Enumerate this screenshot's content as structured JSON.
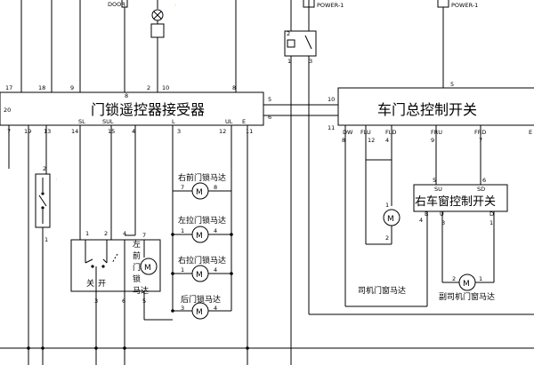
{
  "colors": {
    "line": "#000000",
    "background": "#ffffff",
    "annotation": "#f2d100"
  },
  "receiver": {
    "title": "门锁遥控器接受器",
    "pins_top": {
      "p17": "17",
      "p18": "18",
      "p9": "9",
      "p8a": "8",
      "p2": "2",
      "p10": "10",
      "p8b": "8"
    },
    "pin_left": "20",
    "pins_right": {
      "p5": "5",
      "p6": "6"
    },
    "signals": {
      "sl": "SL",
      "sul": "SUL",
      "l": "L",
      "ul": "UL",
      "e": "E"
    },
    "pins_bottom": {
      "p7": "7",
      "p19": "19",
      "p13": "13",
      "p14": "14",
      "p15": "15",
      "p4": "4",
      "p3": "3",
      "p12": "12",
      "p11": "11"
    }
  },
  "master_switch": {
    "title": "车门总控制开关",
    "pins_left": {
      "p10": "10",
      "p11": "11"
    },
    "pin_top": "5",
    "signals": {
      "dw": "DW",
      "flu": "FLU",
      "fld": "FLD",
      "fru": "FRU",
      "frd": "FRD",
      "e": "E"
    },
    "pins_bottom": {
      "p8": "8",
      "p12": "12",
      "p4": "4",
      "p9": "9",
      "p7": "7"
    }
  },
  "right_window_switch": {
    "title": "右车窗控制开关",
    "pins_top": {
      "p5": "5",
      "p6": "6"
    },
    "signals": {
      "su": "SU",
      "sd": "SD",
      "b": "B",
      "u": "U",
      "d": "D"
    },
    "pins_bottom": {
      "p4": "4",
      "p3": "3",
      "p1": "1"
    }
  },
  "door_motors": [
    {
      "label": "右前门锁马达",
      "pin_a": "7",
      "pin_b": "8"
    },
    {
      "label": "左拉门锁马达",
      "pin_a": "1",
      "pin_b": "4"
    },
    {
      "label": "右拉门锁马达",
      "pin_a": "1",
      "pin_b": "4"
    },
    {
      "label": "后门锁马达",
      "pin_a": "3",
      "pin_b": "4"
    }
  ],
  "left_front_motor": {
    "label": "左前门锁马达",
    "pin_top": "7",
    "pin_bottom": "5"
  },
  "lock_switch": {
    "off_label": "关",
    "on_label": "开",
    "pins_top": {
      "p1": "1",
      "p2": "2",
      "p4": "4"
    },
    "pins_bottom": {
      "p3": "3",
      "p6": "6"
    }
  },
  "driver_window_motor": {
    "label": "司机门窗马达",
    "pin_a": "1",
    "pin_b": "2"
  },
  "passenger_window_motor": {
    "label": "副司机门窗马达",
    "pin_a": "2",
    "pin_b": "1"
  },
  "door_switch": {
    "pin_top": "2",
    "pin_bottom": "1"
  },
  "relay": {
    "pins": {
      "p2": "2",
      "p1": "1",
      "p3": "3"
    }
  },
  "lamp": {
    "pin": "2"
  },
  "top_labels": {
    "door": "DOOR",
    "power_a": "POWER-1",
    "power_b": "POWER-1"
  }
}
